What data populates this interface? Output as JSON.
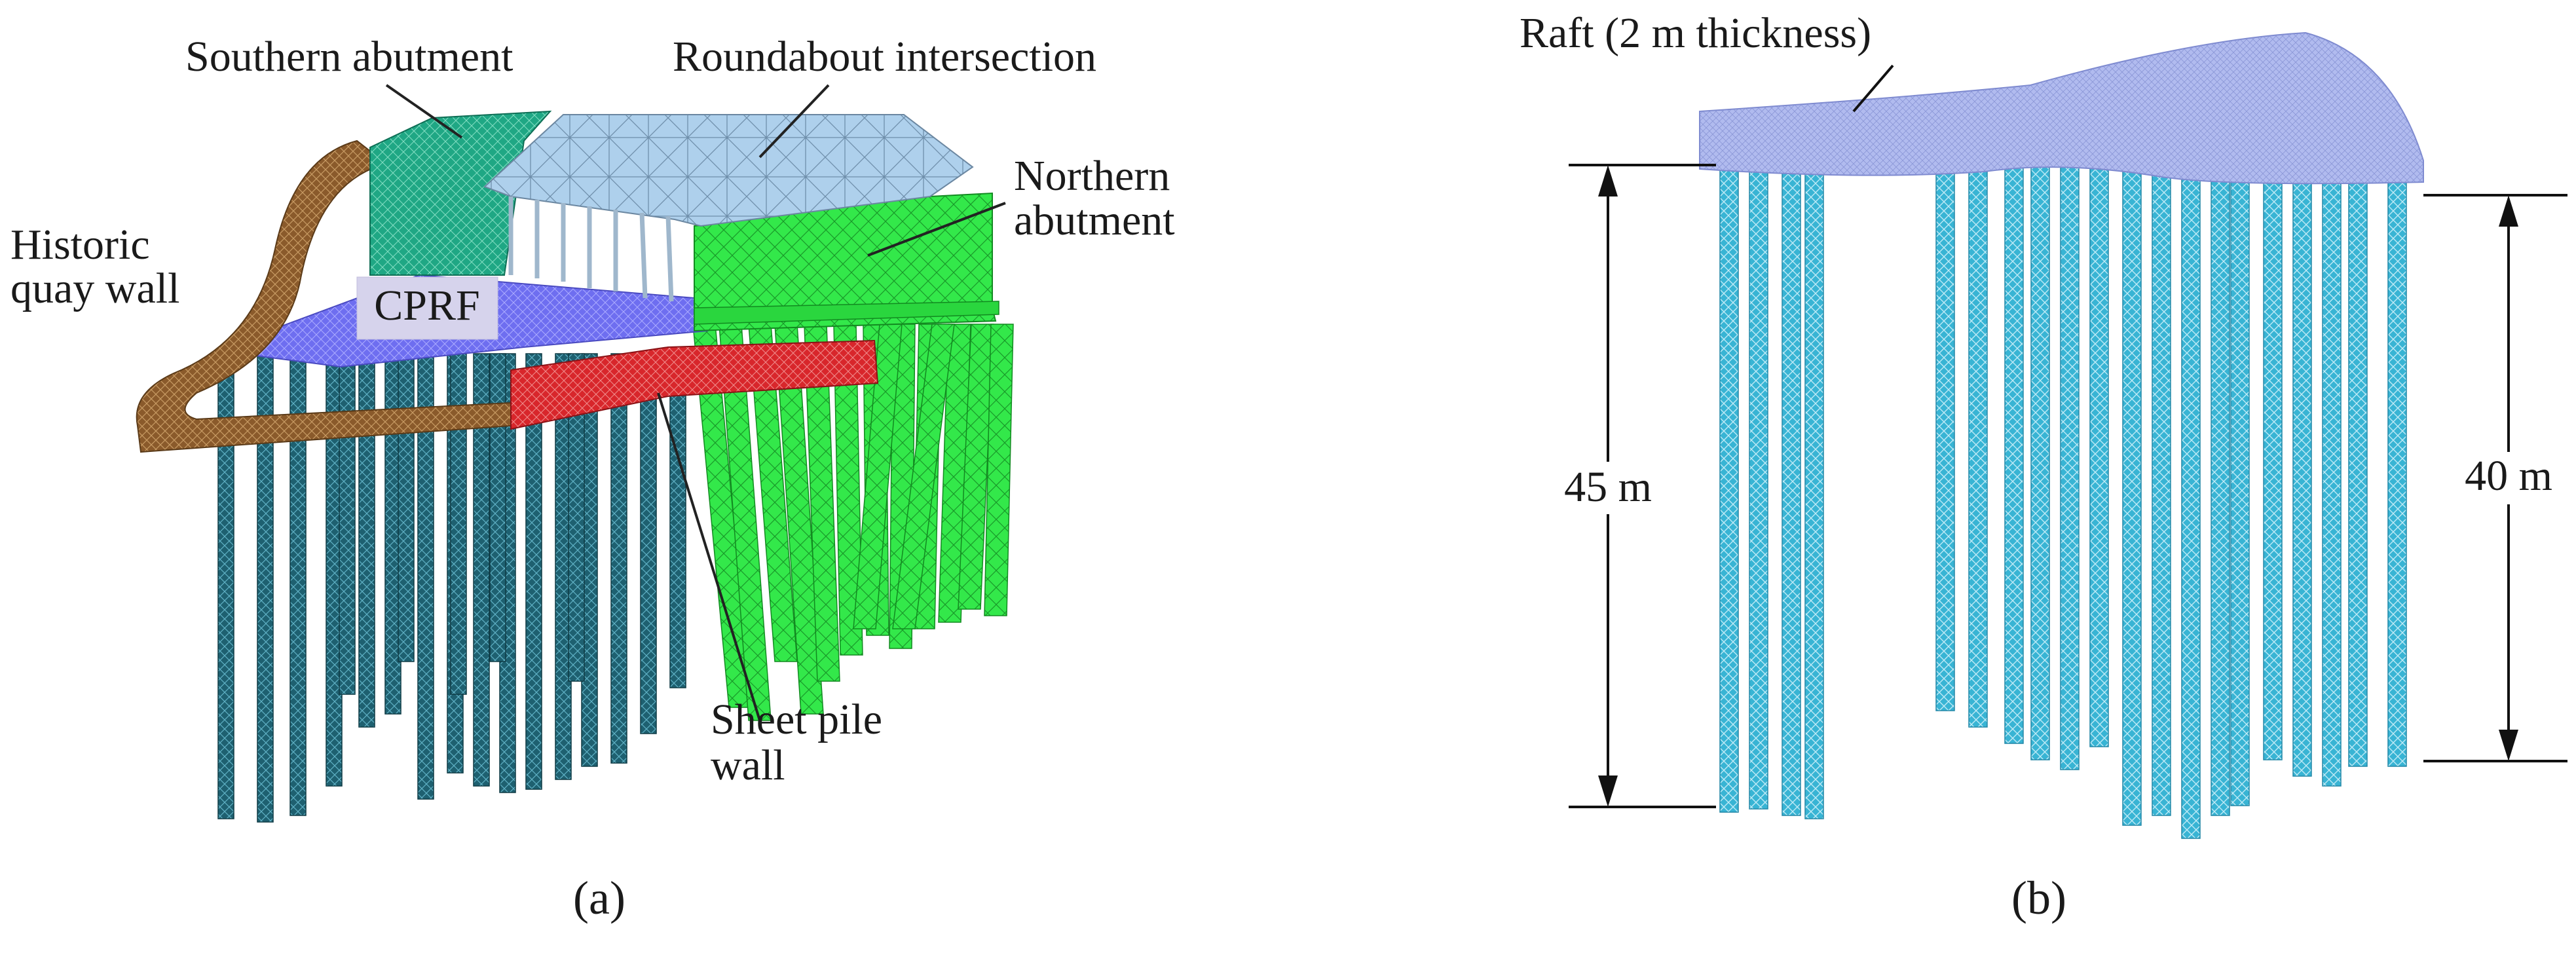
{
  "panel_a": {
    "caption": "(a)",
    "labels": {
      "southern_abutment": "Southern abutment",
      "roundabout": "Roundabout intersection",
      "northern_line1": "Northern",
      "northern_line2": "abutment",
      "historic_line1": "Historic",
      "historic_line2": "quay wall",
      "cprf": "CPRF",
      "sheet_line1": "Sheet pile",
      "sheet_line2": "wall"
    },
    "colors": {
      "quay_wall": "#8a5a2b",
      "southern_abutment": "#1fa784",
      "roundabout": "#a9cdea",
      "northern_abutment": "#33e84a",
      "cprf": "#6e6ef0",
      "sheet_pile": "#d8262b",
      "cprf_piles": "#1d5d6b"
    }
  },
  "panel_b": {
    "caption": "(b)",
    "labels": {
      "raft": "Raft (2 m thickness)",
      "left_dim": "45 m",
      "right_dim": "40 m"
    },
    "colors": {
      "raft": "#aab6ee",
      "piles": "#3ab7d6"
    }
  }
}
